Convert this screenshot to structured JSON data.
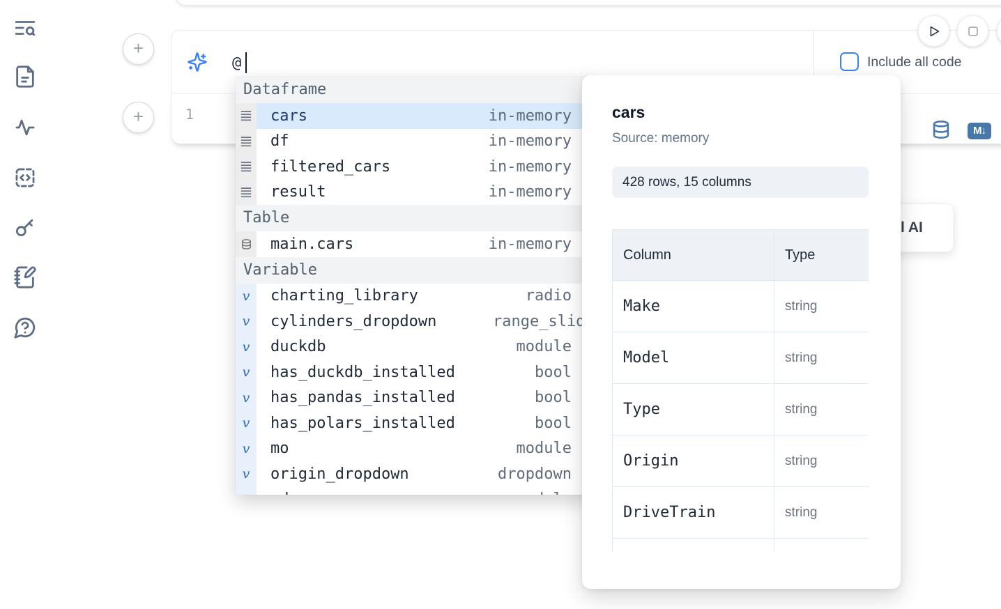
{
  "sidebar": {
    "icons": [
      {
        "name": "toc-search-icon"
      },
      {
        "name": "file-icon"
      },
      {
        "name": "activity-icon"
      },
      {
        "name": "code-snippet-icon"
      },
      {
        "name": "key-icon"
      },
      {
        "name": "scratchpad-icon"
      },
      {
        "name": "help-icon"
      }
    ]
  },
  "controls": {
    "include_all_code_label": "Include all code",
    "include_all_code_checked": false,
    "run_button": "play",
    "stop_button": "stop"
  },
  "ai_input": {
    "value": "@"
  },
  "cells": {
    "add_button_label": "+",
    "code_line_number": "1",
    "markdown_badge": "M↓"
  },
  "autocomplete": {
    "sections": [
      {
        "label": "Dataframe",
        "items": [
          {
            "name": "cars",
            "type": "in-memory",
            "selected": true
          },
          {
            "name": "df",
            "type": "in-memory"
          },
          {
            "name": "filtered_cars",
            "type": "in-memory"
          },
          {
            "name": "result",
            "type": "in-memory"
          }
        ]
      },
      {
        "label": "Table",
        "items": [
          {
            "name": "main.cars",
            "type": "in-memory"
          }
        ]
      },
      {
        "label": "Variable",
        "items": [
          {
            "name": "charting_library",
            "type": "radio"
          },
          {
            "name": "cylinders_dropdown",
            "type": "range_slider"
          },
          {
            "name": "duckdb",
            "type": "module"
          },
          {
            "name": "has_duckdb_installed",
            "type": "bool"
          },
          {
            "name": "has_pandas_installed",
            "type": "bool"
          },
          {
            "name": "has_polars_installed",
            "type": "bool"
          },
          {
            "name": "mo",
            "type": "module"
          },
          {
            "name": "origin_dropdown",
            "type": "dropdown"
          },
          {
            "name": "pd",
            "type": "module",
            "partial": true
          }
        ]
      }
    ]
  },
  "datasource_tooltip": {
    "title": "cars",
    "source_label": "Source: memory",
    "shape": "428 rows, 15 columns",
    "schema_table": {
      "headers": [
        "Column",
        "Type"
      ],
      "rows": [
        [
          "Make",
          "string"
        ],
        [
          "Model",
          "string"
        ],
        [
          "Type",
          "string"
        ],
        [
          "Origin",
          "string"
        ],
        [
          "DriveTrain",
          "string"
        ]
      ]
    }
  },
  "ai_button": {
    "visible_text": "l AI"
  },
  "colors": {
    "accent_blue": "#3b82f6",
    "steel_blue": "#4878a8",
    "selection": "#d8eafc"
  }
}
